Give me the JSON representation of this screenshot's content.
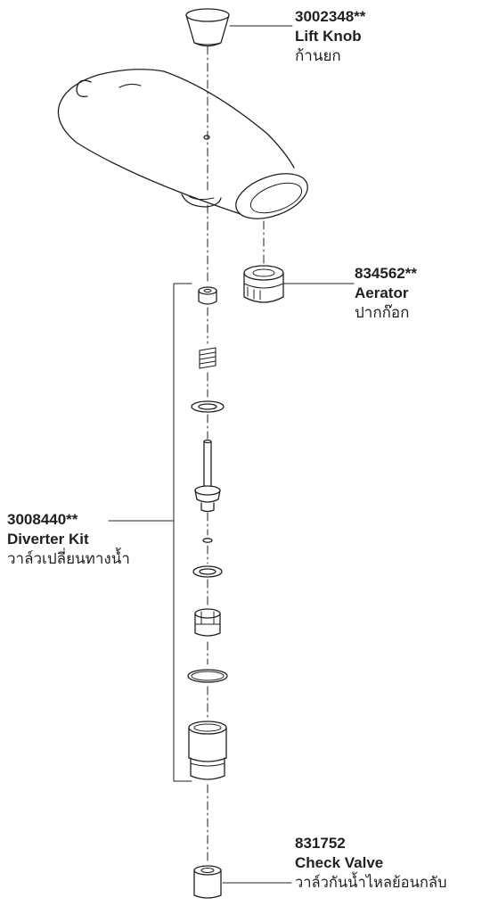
{
  "parts": [
    {
      "key": "lift_knob",
      "number": "3002348**",
      "name": "Lift Knob",
      "thai": "ก้านยก"
    },
    {
      "key": "aerator",
      "number": "834562**",
      "name": "Aerator",
      "thai": "ปากก๊อก"
    },
    {
      "key": "diverter_kit",
      "number": "3008440**",
      "name": "Diverter Kit",
      "thai": "วาล์วเปลี่ยนทางน้ำ"
    },
    {
      "key": "check_valve",
      "number": "831752",
      "name": "Check Valve",
      "thai": "วาล์วกันน้ำไหลย้อนกลับ"
    }
  ],
  "colors": {
    "line": "#231f20",
    "background": "#ffffff"
  }
}
